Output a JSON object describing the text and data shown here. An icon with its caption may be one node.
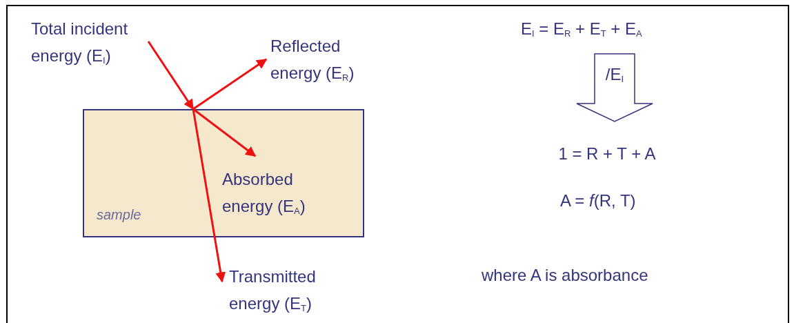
{
  "diagram": {
    "nodes": [
      {
        "text": [
          "Total incident energy (E$_{I}$)"
        ]
      },
      {
        "text": [
          "Reflected energy (E$_{R}$)"
        ]
      },
      {
        "text": [
          "sample"
        ]
      },
      {
        "text": [
          "Absorbed energy (E$_{A}$)"
        ],
        "in": 2
      },
      {
        "text": [
          "Transmitted energy (E$_{T}$)"
        ]
      }
    ],
    "edges": [
      {
        "from": 0,
        "to": 2,
        "arrow": "to"
      },
      {
        "from": 2,
        "to": 1,
        "arrow": "to"
      },
      {
        "from": 2,
        "to": 3,
        "arrow": "to"
      },
      {
        "from": 2,
        "to": 4,
        "arrow": "to"
      }
    ],
    "labels": [
      "E$_{I}$ = E$_{R}$ + E$_{T}$ + E$_{A}$",
      "/E$_{I}$",
      "1 = R + T + A",
      "A = *f*(R, T)",
      "where A is absorbance"
    ]
  }
}
